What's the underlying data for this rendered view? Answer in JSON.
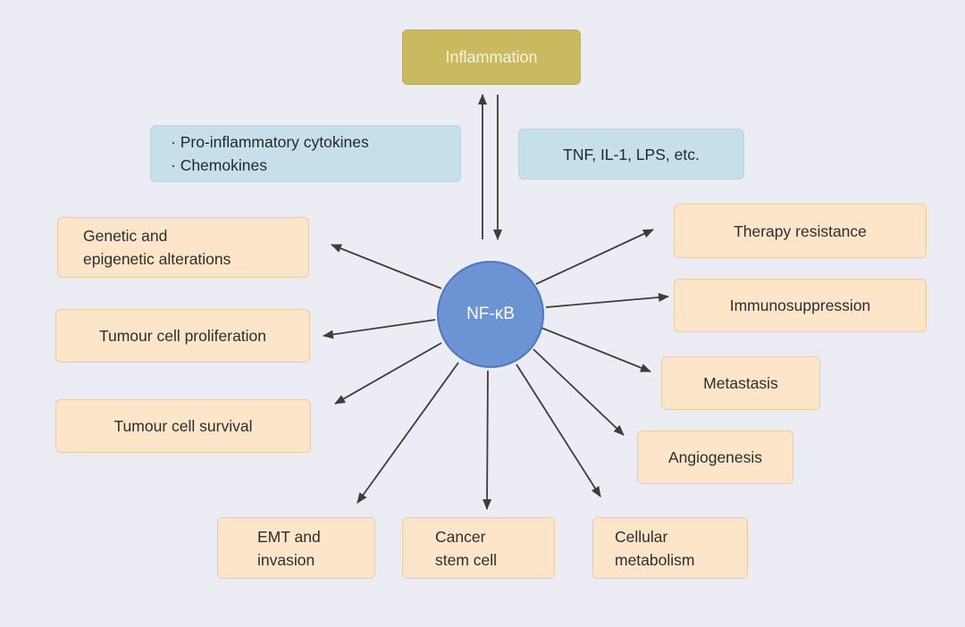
{
  "colors": {
    "background": "#ecedf4",
    "inflammation_bg": "#c9ba5f",
    "inflammation_text": "#f7f3dc",
    "info_bg": "#c6dfe9",
    "effect_bg": "#fce5c9",
    "effect_border": "#eecb9f",
    "center_fill": "#6c93d4",
    "center_border": "#4f77b8",
    "arrow": "#3d3d3d"
  },
  "nodes": {
    "inflammation": {
      "label": "Inflammation"
    },
    "mediators": {
      "line1": "· Pro-inflammatory cytokines",
      "line2": "· Chemokines"
    },
    "stimuli": {
      "label": "TNF, IL-1, LPS, etc."
    },
    "center": {
      "label": "NF-κB"
    },
    "genetic": {
      "line1": "Genetic and",
      "line2": "epigenetic alterations"
    },
    "proliferation": {
      "label": "Tumour cell proliferation"
    },
    "survival": {
      "label": "Tumour cell survival"
    },
    "therapy_resistance": {
      "label": "Therapy resistance"
    },
    "immunosuppression": {
      "label": "Immunosuppression"
    },
    "metastasis": {
      "label": "Metastasis"
    },
    "angiogenesis": {
      "label": "Angiogenesis"
    },
    "emt_invasion": {
      "line1": "EMT and",
      "line2": "invasion"
    },
    "cancer_stem_cell": {
      "line1": "Cancer",
      "line2": "stem cell"
    },
    "cellular_metabolism": {
      "line1": "Cellular",
      "line2": "metabolism"
    }
  }
}
